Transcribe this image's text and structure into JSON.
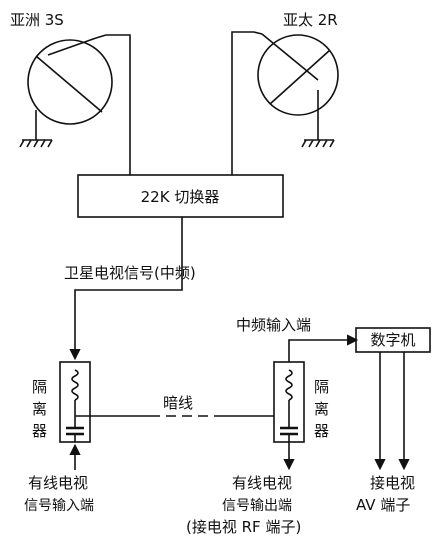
{
  "satellites": {
    "left_label": "亚洲 3S",
    "right_label": "亚太 2R"
  },
  "switch_label": "22K 切换器",
  "if_signal_label": "卫星电视信号(中频)",
  "receiver": {
    "label": "数字机",
    "if_input_label": "中频输入端",
    "av_out_label_line1": "接电视",
    "av_out_label_line2": "AV 端子"
  },
  "isolators": {
    "left_label_chars": [
      "隔",
      "离",
      "器"
    ],
    "right_label_chars": [
      "隔",
      "离",
      "器"
    ]
  },
  "hidden_wire_label": "暗线",
  "cable_input": {
    "line1": "有线电视",
    "line2": "信号输入端"
  },
  "cable_output": {
    "line1": "有线电视",
    "line2": "信号输出端",
    "line3": "(接电视 RF 端子)"
  }
}
